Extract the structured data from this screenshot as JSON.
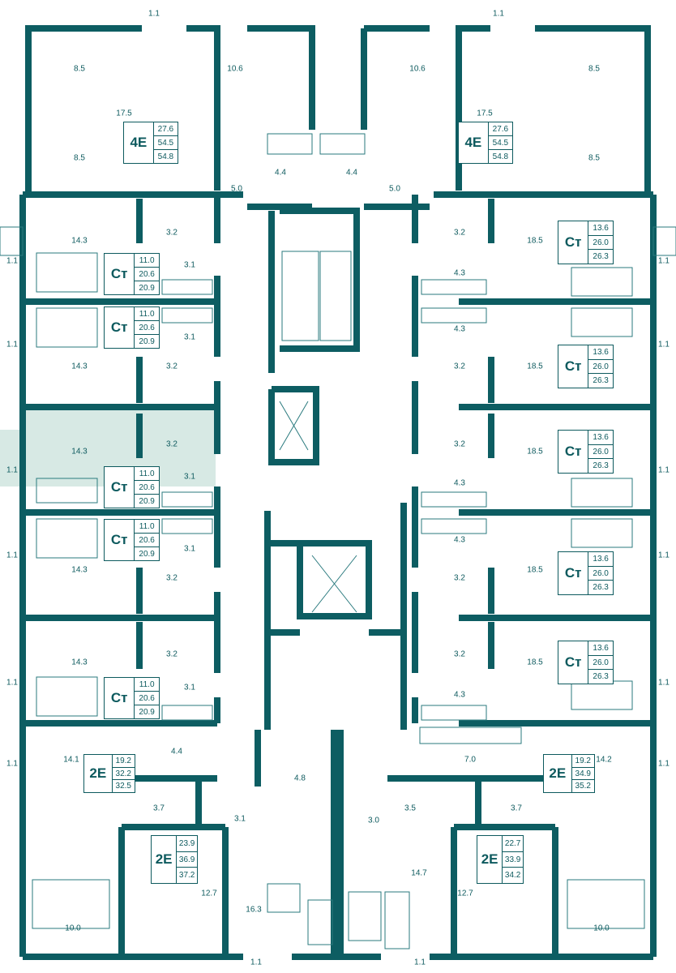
{
  "colors": {
    "wall": "#0d5d62",
    "highlight": "#d7e9e4",
    "fixture": "#2a7a7e"
  },
  "labels": [
    "1.1",
    "8.5",
    "10.6",
    "17.5",
    "8.5",
    "5.0",
    "4.4",
    "1.1",
    "8.5",
    "10.6",
    "17.5",
    "8.5",
    "5.0",
    "4.4",
    "14.3",
    "3.2",
    "3.1",
    "1.1",
    "3.1",
    "14.3",
    "3.2",
    "1.1",
    "14.3",
    "3.2",
    "3.1",
    "1.1",
    "3.1",
    "1.1",
    "14.3",
    "3.2",
    "14.3",
    "3.2",
    "3.1",
    "1.1",
    "18.5",
    "3.2",
    "4.3",
    "1.1",
    "4.3",
    "18.5",
    "3.2",
    "1.1",
    "18.5",
    "3.2",
    "4.3",
    "1.1",
    "4.3",
    "18.5",
    "3.2",
    "1.1",
    "18.5",
    "3.2",
    "4.3",
    "1.1",
    "1.1",
    "14.1",
    "4.4",
    "3.7",
    "3.1",
    "4.8",
    "12.7",
    "16.3",
    "10.0",
    "1.1",
    "7.0",
    "14.2",
    "1.1",
    "3.0",
    "3.5",
    "3.7",
    "14.7",
    "12.7",
    "10.0",
    "1.1"
  ],
  "units": [
    {
      "type": "4E",
      "a": "27.6",
      "b": "54.5",
      "c": "54.8"
    },
    {
      "type": "4E",
      "a": "27.6",
      "b": "54.5",
      "c": "54.8"
    },
    {
      "type": "Ст",
      "a": "11.0",
      "b": "20.6",
      "c": "20.9"
    },
    {
      "type": "Ст",
      "a": "11.0",
      "b": "20.6",
      "c": "20.9"
    },
    {
      "type": "Ст",
      "a": "11.0",
      "b": "20.6",
      "c": "20.9"
    },
    {
      "type": "Ст",
      "a": "11.0",
      "b": "20.6",
      "c": "20.9"
    },
    {
      "type": "Ст",
      "a": "11.0",
      "b": "20.6",
      "c": "20.9"
    },
    {
      "type": "Ст",
      "a": "13.6",
      "b": "26.0",
      "c": "26.3"
    },
    {
      "type": "Ст",
      "a": "13.6",
      "b": "26.0",
      "c": "26.3"
    },
    {
      "type": "Ст",
      "a": "13.6",
      "b": "26.0",
      "c": "26.3"
    },
    {
      "type": "Ст",
      "a": "13.6",
      "b": "26.0",
      "c": "26.3"
    },
    {
      "type": "Ст",
      "a": "13.6",
      "b": "26.0",
      "c": "26.3"
    },
    {
      "type": "2E",
      "a": "19.2",
      "b": "32.2",
      "c": "32.5"
    },
    {
      "type": "2E",
      "a": "23.9",
      "b": "36.9",
      "c": "37.2"
    },
    {
      "type": "2E",
      "a": "19.2",
      "b": "34.9",
      "c": "35.2"
    },
    {
      "type": "2E",
      "a": "22.7",
      "b": "33.9",
      "c": "34.2"
    }
  ]
}
